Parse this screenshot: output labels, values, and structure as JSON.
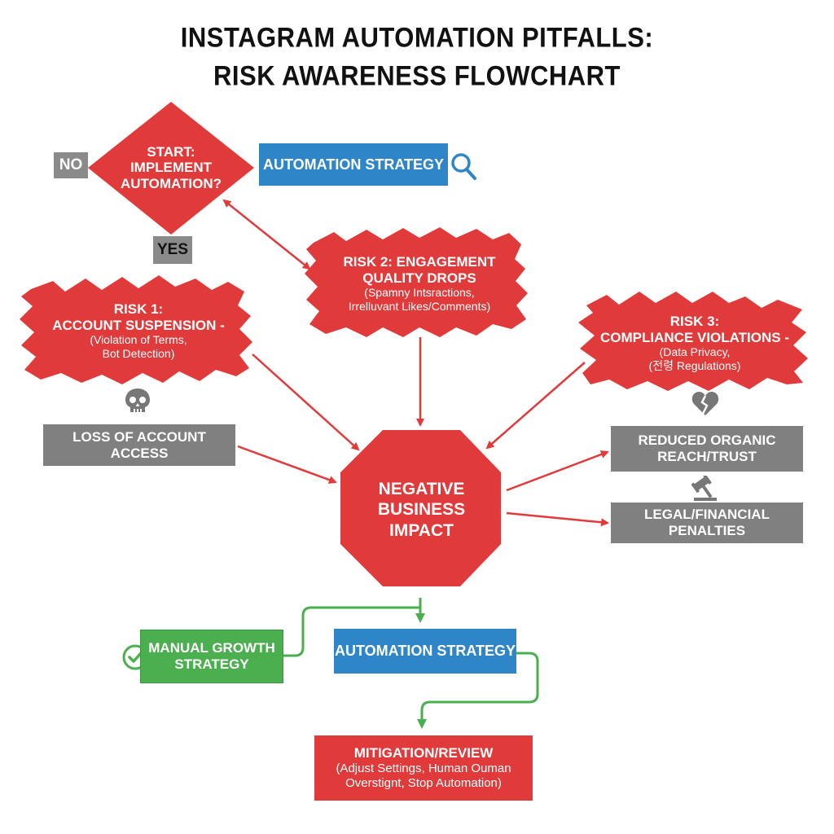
{
  "title": {
    "line1": "INSTAGRAM AUTOMATION PITFALLS:",
    "line2": "RISK AWARENESS FLOWCHART"
  },
  "start": {
    "line1": "START:",
    "line2": "IMPLEMENT",
    "line3": "AUTOMATION?"
  },
  "no_label": "NO",
  "yes_label": "YES",
  "automation_strategy_top": "AUTOMATION STRATEGY",
  "risk1": {
    "line1": "RISK 1:",
    "line2": "ACCOUNT SUSPENSION -",
    "line3": "(Violation of Terms,",
    "line4": "Bot Detection)"
  },
  "risk2": {
    "line1": "RISK 2: ENGAGEMENT",
    "line2": "QUALITY DROPS",
    "line3": "(Spamny Intsractions,",
    "line4": "Irrelluvant Likes/Comments)"
  },
  "risk3": {
    "line1": "RISK 3:",
    "line2": "COMPLIANCE VIOLATIONS -",
    "line3": "(Data Privacy,",
    "line4": "(전령 Regulations)"
  },
  "loss_of_access": "LOSS OF ACCOUNT ACCESS",
  "reduced_reach": {
    "line1": "REDUCED ORGANIC",
    "line2": "REACH/TRUST"
  },
  "legal_penalties": "LEGAL/FINANCIAL PENALTIES",
  "negative_impact": {
    "line1": "NEGATIVE",
    "line2": "BUSINESS",
    "line3": "IMPACT"
  },
  "manual_growth": {
    "line1": "MANUAL GROWTH",
    "line2": "STRATEGY"
  },
  "automation_strategy_bottom": "AUTOMATION STRATEGY",
  "mitigation": {
    "line1": "MITIGATION/REVIEW",
    "line2": "(Adjust Settings, Human Ouman",
    "line3": "Overstignt, Stop Automation)"
  },
  "colors": {
    "red": "#e03a3a",
    "blue": "#2e86c9",
    "green": "#4bae4f",
    "gray": "#808080",
    "arrow_red": "#e03a3a",
    "arrow_green": "#4bae4f"
  },
  "icons": [
    "search-icon",
    "skull-icon",
    "broken-heart-icon",
    "gavel-icon",
    "check-circle-icon"
  ]
}
